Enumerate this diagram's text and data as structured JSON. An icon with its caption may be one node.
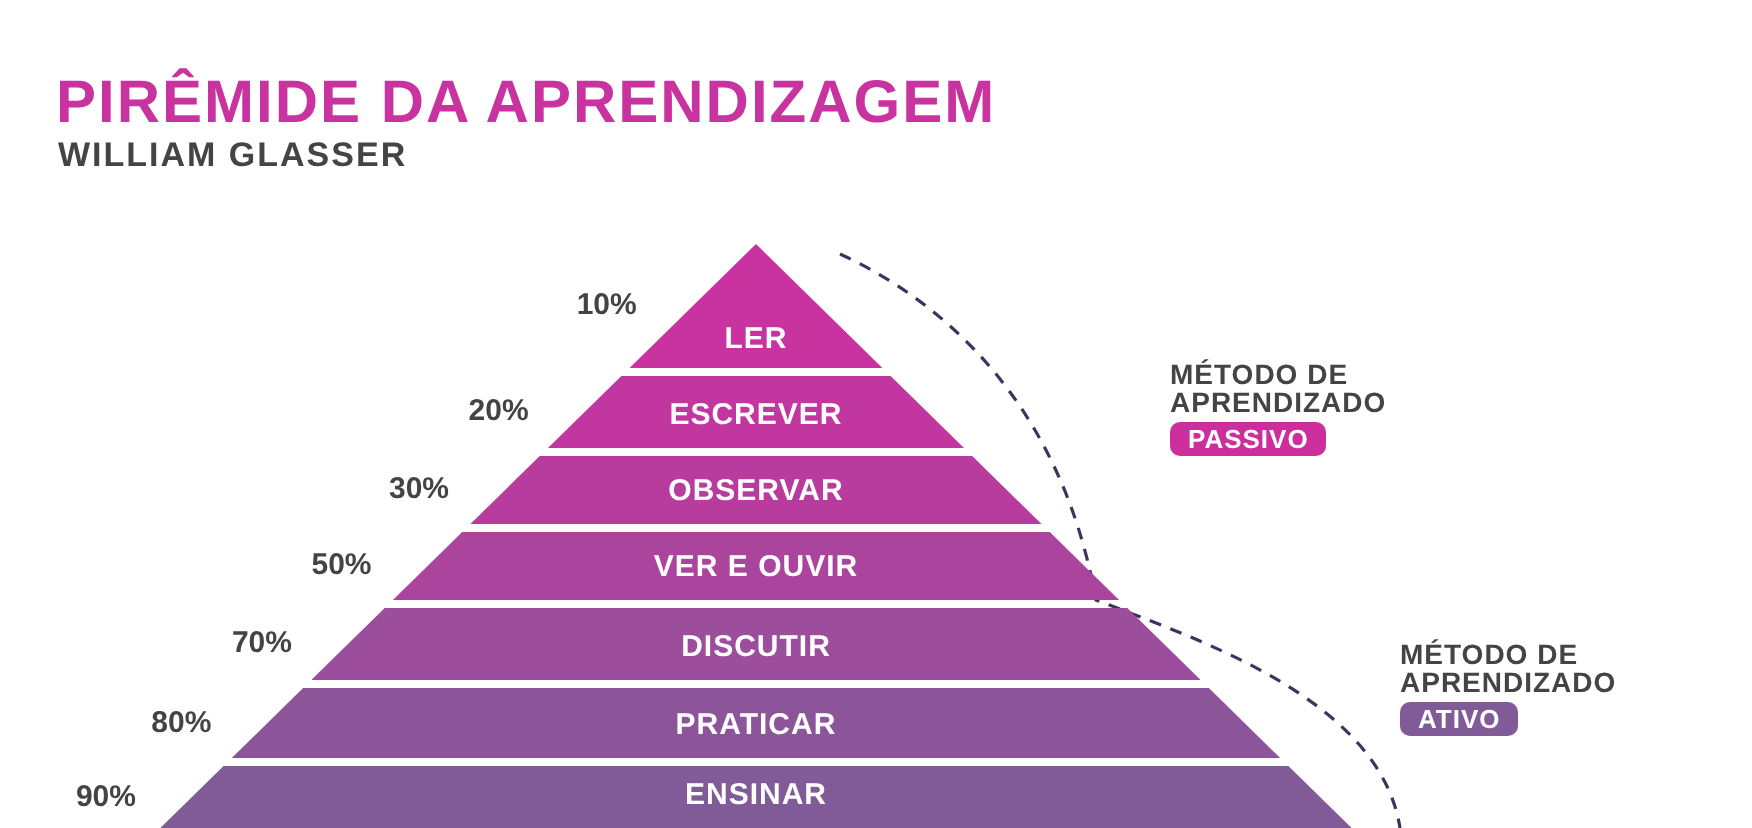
{
  "diagram": {
    "title": "PIRÊMIDE DA APRENDIZAGEM",
    "nodes": [
      {
        "text": [
          "LER"
        ],
        "beside": [
          "10%"
        ]
      },
      {
        "text": [
          "ESCREVER"
        ],
        "beside": [
          "20%"
        ]
      },
      {
        "text": [
          "OBSERVAR"
        ],
        "beside": [
          "30%"
        ]
      },
      {
        "text": [
          "VER E OUVIR"
        ],
        "beside": [
          "50%"
        ]
      },
      {
        "text": [
          "DISCUTIR"
        ],
        "beside": [
          "70%"
        ]
      },
      {
        "text": [
          "PRATICAR"
        ],
        "beside": [
          "80%"
        ]
      },
      {
        "text": [
          "ENSINAR"
        ],
        "beside": [
          "90%"
        ]
      },
      {
        "text": [
          "MÉTODO DE APRENDIZADO",
          "PASSIVO"
        ]
      },
      {
        "text": [
          "MÉTODO DE APRENDIZADO",
          "ATIVO"
        ]
      }
    ],
    "edges": [],
    "labels": [
      "WILLIAM GLASSER"
    ]
  }
}
